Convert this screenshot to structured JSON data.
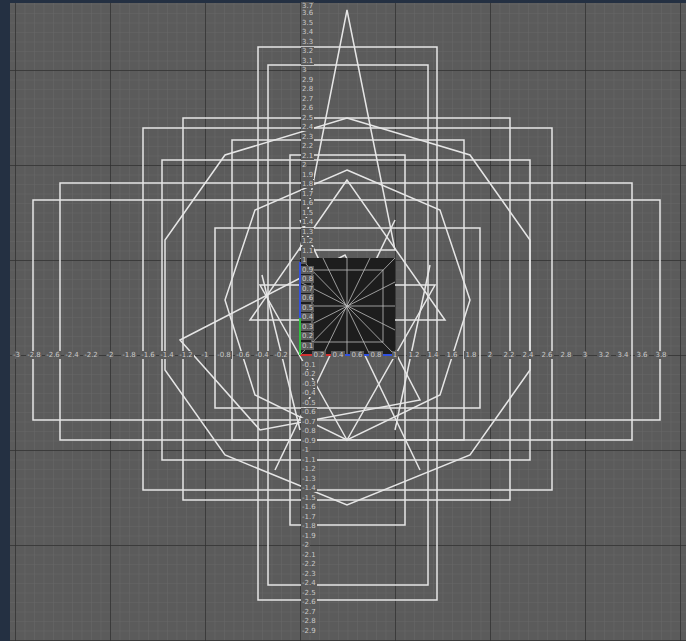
{
  "diagram": {
    "labels": [
      "3.7",
      "3.6",
      "3.5",
      "3.4",
      "3.3",
      "3.2",
      "3.1",
      "3",
      "2.9",
      "2.8",
      "2.7",
      "2.6",
      "2.5",
      "2.4",
      "2.3",
      "2.2",
      "2.1",
      "2",
      "1.9",
      "1.8",
      "1.7",
      "1.6",
      "1.5",
      "1.4",
      "1.3",
      "1.2",
      "1.1",
      "1",
      "0.9",
      "0.8",
      "0.7",
      "0.6",
      "0.5",
      "0.4",
      "0.3",
      "0.2",
      "0.1",
      "-0.1",
      "-0.2",
      "-0.3",
      "-0.4",
      "-0.5",
      "-0.6",
      "-0.7",
      "-0.8",
      "-0.9",
      "-1",
      "-1.1",
      "-1.2",
      "-1.3",
      "-1.4",
      "-1.5",
      "-1.6",
      "-1.7",
      "-1.8",
      "-1.9",
      "-2",
      "-2.1",
      "-2.2",
      "-2.3",
      "-2.4",
      "-2.5",
      "-2.6",
      "-2.7",
      "-2.8",
      "-2.9",
      "-3",
      "-2.8",
      "-2.6",
      "-2.4",
      "-2.2",
      "-2",
      "-1.8",
      "-1.6",
      "-1.4",
      "-1.2",
      "-1",
      "-0.8",
      "-0.6",
      "-0.4",
      "-0.2",
      "0.2",
      "0.4",
      "0.6",
      "0.8",
      "1",
      "1.2",
      "1.4",
      "1.6",
      "1.8",
      "2",
      "2.2",
      "2.4",
      "2.6",
      "2.8",
      "3",
      "3.2",
      "3.4",
      "3.6",
      "3.8"
    ]
  }
}
